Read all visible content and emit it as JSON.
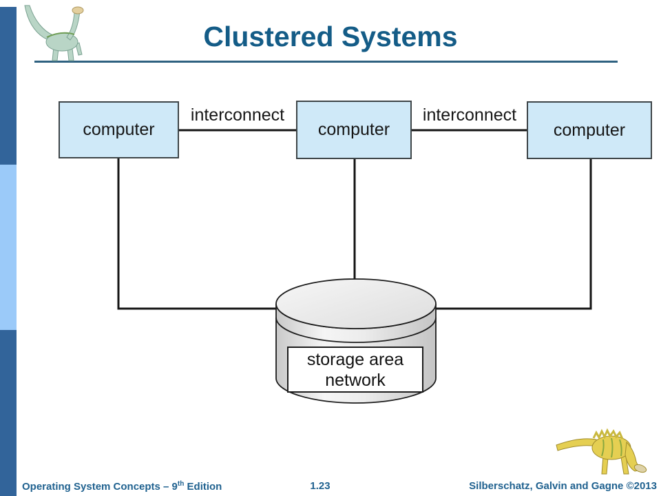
{
  "slide": {
    "title": "Clustered Systems",
    "footer": {
      "book_prefix": "Operating System Concepts – 9",
      "book_sup": "th",
      "book_suffix": " Edition",
      "page_number": "1.23",
      "credits": "Silberschatz, Galvin and Gagne ©2013"
    }
  },
  "diagram": {
    "nodes": [
      {
        "label": "computer"
      },
      {
        "label": "computer"
      },
      {
        "label": "computer"
      }
    ],
    "links": [
      {
        "label": "interconnect"
      },
      {
        "label": "interconnect"
      }
    ],
    "storage": {
      "line1": "storage area",
      "line2": "network"
    }
  },
  "icons": {
    "top_left": "sauropod-dinosaur-illustration",
    "bottom_right": "theropod-dinosaur-illustration"
  },
  "colors": {
    "title_color": "#145C87",
    "rule_color": "#2E6180",
    "footer_text": "#1F618F",
    "accent_bar_dark": "#32649A",
    "accent_bar_light": "#9BCAF9",
    "node_fill": "#CFE9F8",
    "node_border": "#3D4447",
    "line_color": "#141414"
  }
}
